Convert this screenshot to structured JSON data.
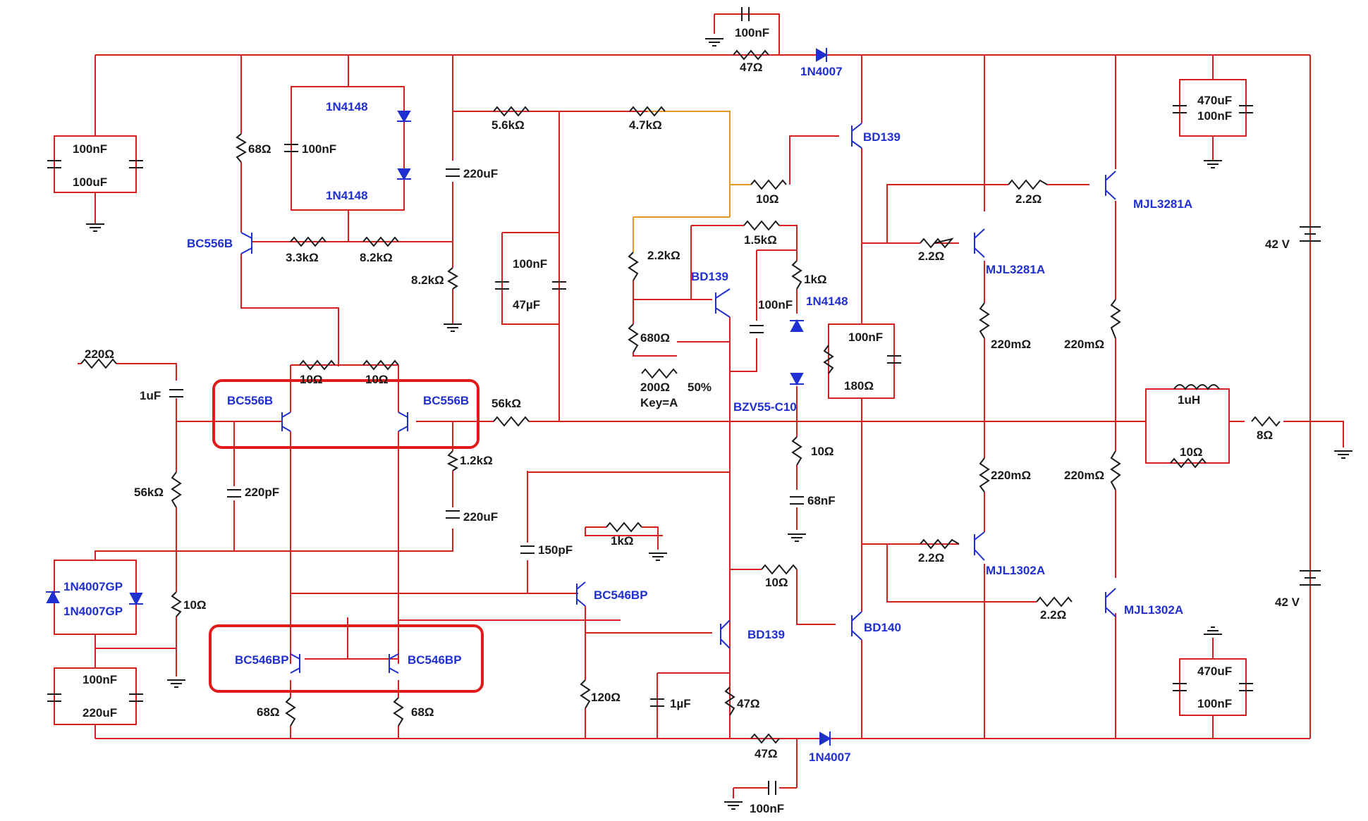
{
  "schematic": {
    "top_section": {
      "c_top": "100nF",
      "r_top": "47Ω",
      "d_top": "1N4007",
      "c_left_top": "100nF",
      "c_left_bot": "100uF",
      "r68": "68Ω",
      "c_mid": "100nF",
      "d_a": "1N4148",
      "d_b": "1N4148",
      "c220": "220uF",
      "q_bc556_top": "BC556B",
      "r33": "3.3kΩ",
      "r82a": "8.2kΩ",
      "r82b": "8.2kΩ",
      "r56": "5.6kΩ",
      "r47k": "4.7kΩ",
      "c100n_b": "100nF",
      "c47u": "47µF"
    },
    "vbe_section": {
      "r10a": "10Ω",
      "r22k": "2.2kΩ",
      "r15k": "1.5kΩ",
      "q_bd139_mid": "BD139",
      "r1k": "1kΩ",
      "c100n_v": "100nF",
      "d_1n4148": "1N4148",
      "r680": "680Ω",
      "pot": "200Ω",
      "pot_pct": "50%",
      "key": "Key=A",
      "zener": "BZV55-C10",
      "r10b": "10Ω",
      "c68n": "68nF"
    },
    "input_section": {
      "r220": "220Ω",
      "c1u": "1uF",
      "r10x": "10Ω",
      "r10y": "10Ω",
      "q_bc556_l": "BC556B",
      "q_bc556_r": "BC556B",
      "r56k_fb": "56kΩ",
      "r12k": "1.2kΩ",
      "c220u_fb": "220uF",
      "r56k_in": "56kΩ",
      "c220p": "220pF",
      "d_gp_a": "1N4007GP",
      "d_gp_b": "1N4007GP",
      "r10_gnd": "10Ω",
      "c100n_l2": "100nF",
      "c220u_l2": "220uF",
      "q_bc546_l": "BC546BP",
      "q_bc546_r": "BC546BP",
      "r68_l": "68Ω",
      "r68_r": "68Ω"
    },
    "vas_section": {
      "c150p": "150pF",
      "r1k_b": "1kΩ",
      "q_bc546_vas": "BC546BP",
      "r120": "120Ω",
      "c1u_b": "1µF",
      "q_bd139_low": "BD139",
      "r47_e": "47Ω",
      "r10_c": "10Ω",
      "r47_bot": "47Ω",
      "d_bot": "1N4007",
      "c_bot": "100nF"
    },
    "output_section": {
      "q_bd139_drv": "BD139",
      "r2_2a": "2.2Ω",
      "r2_2b": "2.2Ω",
      "q_mjl3281_a": "MJL3281A",
      "q_mjl3281_b": "MJL3281A",
      "r_e1": "220mΩ",
      "r_e2": "220mΩ",
      "r_e3": "220mΩ",
      "r_e4": "220mΩ",
      "c100n_o": "100nF",
      "r180": "180Ω",
      "q_bd140": "BD140",
      "r2_2c": "2.2Ω",
      "r2_2d": "2.2Ω",
      "q_mjl1302_a": "MJL1302A",
      "q_mjl1302_b": "MJL1302A",
      "l1": "1uH",
      "r10_l": "10Ω",
      "r_load": "8Ω",
      "c470_t": "470uF",
      "c100_t": "100nF",
      "c470_b": "470uF",
      "c100_b": "100nF",
      "v_top": "42 V",
      "v_bot": "42 V"
    }
  }
}
